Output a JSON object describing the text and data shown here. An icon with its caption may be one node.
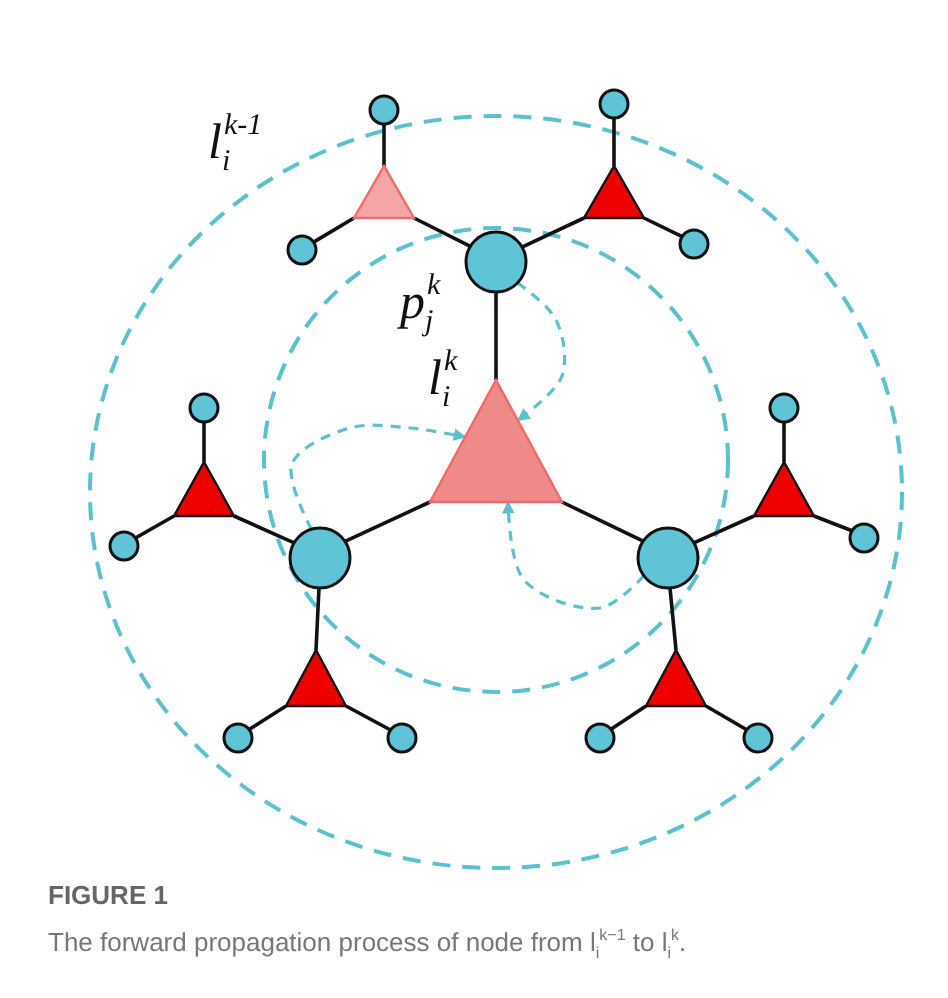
{
  "diagram": {
    "title": "FIGURE 1",
    "caption": "The forward propagation process of node from l$_{i}$$^{k−1}$ to l$_{i}$$^{k}$.",
    "nodes": [
      {
        "text": [],
        "shape": "circle"
      },
      {
        "text": [],
        "shape": "circle"
      },
      {
        "text": [],
        "shape": "triangle",
        "beside": [
          "l$_{i}$$^{k-1}$"
        ]
      },
      {
        "text": [],
        "shape": "triangle"
      },
      {
        "text": [],
        "shape": "circle"
      },
      {
        "text": [],
        "shape": "circle"
      },
      {
        "text": [],
        "shape": "circle",
        "beside": [
          "p$_{j}$$^{k}$"
        ]
      },
      {
        "text": [],
        "shape": "triangle",
        "beside": [
          "l$_{i}$$^{k}$"
        ]
      },
      {
        "text": [],
        "shape": "circle"
      },
      {
        "text": [],
        "shape": "circle"
      },
      {
        "text": [],
        "shape": "triangle"
      },
      {
        "text": [],
        "shape": "triangle"
      },
      {
        "text": [],
        "shape": "circle"
      },
      {
        "text": [],
        "shape": "circle"
      },
      {
        "text": [],
        "shape": "circle"
      },
      {
        "text": [],
        "shape": "circle"
      },
      {
        "text": [],
        "shape": "triangle"
      },
      {
        "text": [],
        "shape": "triangle"
      },
      {
        "text": [],
        "shape": "circle"
      },
      {
        "text": [],
        "shape": "circle"
      },
      {
        "text": [],
        "shape": "circle"
      },
      {
        "text": [],
        "shape": "circle"
      }
    ],
    "edges": [
      {
        "from": 0,
        "to": 2,
        "arrow": "none"
      },
      {
        "from": 4,
        "to": 2,
        "arrow": "none"
      },
      {
        "from": 2,
        "to": 6,
        "arrow": "none"
      },
      {
        "from": 1,
        "to": 3,
        "arrow": "none"
      },
      {
        "from": 5,
        "to": 3,
        "arrow": "none"
      },
      {
        "from": 3,
        "to": 6,
        "arrow": "none"
      },
      {
        "from": 6,
        "to": 7,
        "arrow": "none"
      },
      {
        "from": 14,
        "to": 7,
        "arrow": "none"
      },
      {
        "from": 15,
        "to": 7,
        "arrow": "none"
      },
      {
        "from": 8,
        "to": 10,
        "arrow": "none"
      },
      {
        "from": 12,
        "to": 10,
        "arrow": "none"
      },
      {
        "from": 10,
        "to": 14,
        "arrow": "none"
      },
      {
        "from": 9,
        "to": 11,
        "arrow": "none"
      },
      {
        "from": 13,
        "to": 11,
        "arrow": "none"
      },
      {
        "from": 11,
        "to": 15,
        "arrow": "none"
      },
      {
        "from": 14,
        "to": 16,
        "arrow": "none"
      },
      {
        "from": 16,
        "to": 18,
        "arrow": "none"
      },
      {
        "from": 16,
        "to": 19,
        "arrow": "none"
      },
      {
        "from": 15,
        "to": 17,
        "arrow": "none"
      },
      {
        "from": 17,
        "to": 20,
        "arrow": "none"
      },
      {
        "from": 17,
        "to": 21,
        "arrow": "none"
      },
      {
        "from": 6,
        "to": 7,
        "arrow": "to",
        "style": "dashed",
        "color": "#5bc0d0"
      },
      {
        "from": 14,
        "to": 7,
        "arrow": "to",
        "style": "dashed",
        "color": "#5bc0d0"
      },
      {
        "from": 15,
        "to": 7,
        "arrow": "to",
        "style": "dashed",
        "color": "#5bc0d0"
      }
    ]
  }
}
